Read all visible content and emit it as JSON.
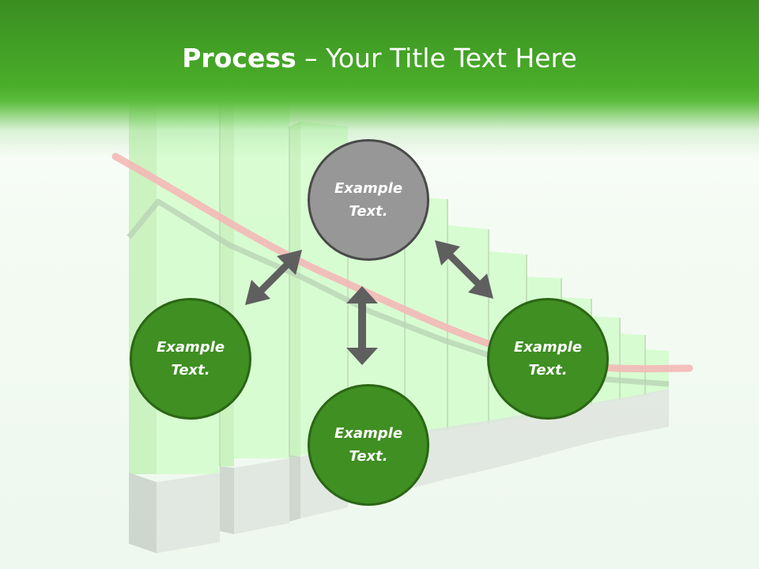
{
  "slide": {
    "title_bold": "Process",
    "title_rest": " – Your Title Text Here"
  },
  "circles": {
    "top": "Example\nText.",
    "left": "Example\nText.",
    "right": "Example\nText.",
    "bottom": "Example\nText."
  },
  "colors": {
    "title_bar": "#46a626",
    "circle_green": "#3f8f22",
    "circle_gray": "#979797",
    "arrow": "#5f5f5f",
    "bars": "#d4fccc",
    "trend_line": "#f5c0bf"
  }
}
